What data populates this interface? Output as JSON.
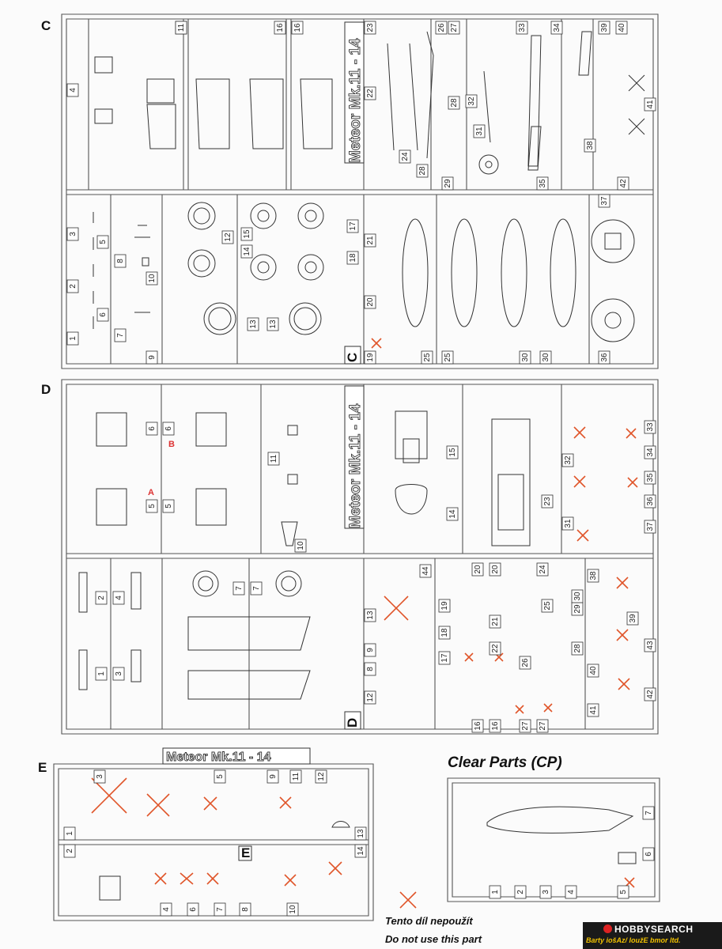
{
  "sprues": {
    "C": {
      "letter": "C",
      "title": "Meteor Mk.11 - 14",
      "corner_letter": "C"
    },
    "D": {
      "letter": "D",
      "title": "Meteor Mk.11 - 14",
      "corner_letter": "D",
      "red_marks": [
        "A",
        "B",
        "A"
      ]
    },
    "E": {
      "letter": "E",
      "title": "Meteor Mk.11 - 14",
      "corner_letter": "E"
    },
    "CP": {
      "title": "Clear Parts (CP)"
    }
  },
  "part_numbers": {
    "C": [
      "1",
      "2",
      "3",
      "4",
      "5",
      "6",
      "7",
      "8",
      "9",
      "10",
      "11",
      "11",
      "12",
      "13",
      "13",
      "14",
      "15",
      "16",
      "16",
      "17",
      "18",
      "19",
      "20",
      "21",
      "22",
      "23",
      "24",
      "25",
      "25",
      "26",
      "27",
      "28",
      "28",
      "29",
      "30",
      "30",
      "31",
      "32",
      "33",
      "34",
      "35",
      "36",
      "37",
      "38",
      "39",
      "40",
      "41",
      "42"
    ],
    "D": [
      "1",
      "2",
      "3",
      "4",
      "5",
      "5",
      "6",
      "6",
      "7",
      "7",
      "8",
      "9",
      "10",
      "11",
      "12",
      "13",
      "14",
      "15",
      "16",
      "16",
      "17",
      "18",
      "19",
      "20",
      "20",
      "21",
      "22",
      "23",
      "24",
      "25",
      "26",
      "27",
      "27",
      "28",
      "29",
      "30",
      "31",
      "32",
      "33",
      "34",
      "35",
      "36",
      "37",
      "38",
      "39",
      "40",
      "41",
      "42",
      "43",
      "44"
    ],
    "E": [
      "1",
      "2",
      "3",
      "4",
      "5",
      "6",
      "7",
      "8",
      "9",
      "10",
      "11",
      "12",
      "13",
      "14"
    ],
    "CP": [
      "1",
      "2",
      "3",
      "4",
      "5",
      "6",
      "7"
    ]
  },
  "legend": {
    "line1": "Tento díl nepoužít",
    "line2": "Do not use this part"
  },
  "watermark": {
    "main": "HOBBYSEARCH",
    "sub": "Barty iošAz/ loužE bmor ltd."
  },
  "colors": {
    "unused_mark": "#e0552a",
    "sprue_line": "#555555"
  }
}
